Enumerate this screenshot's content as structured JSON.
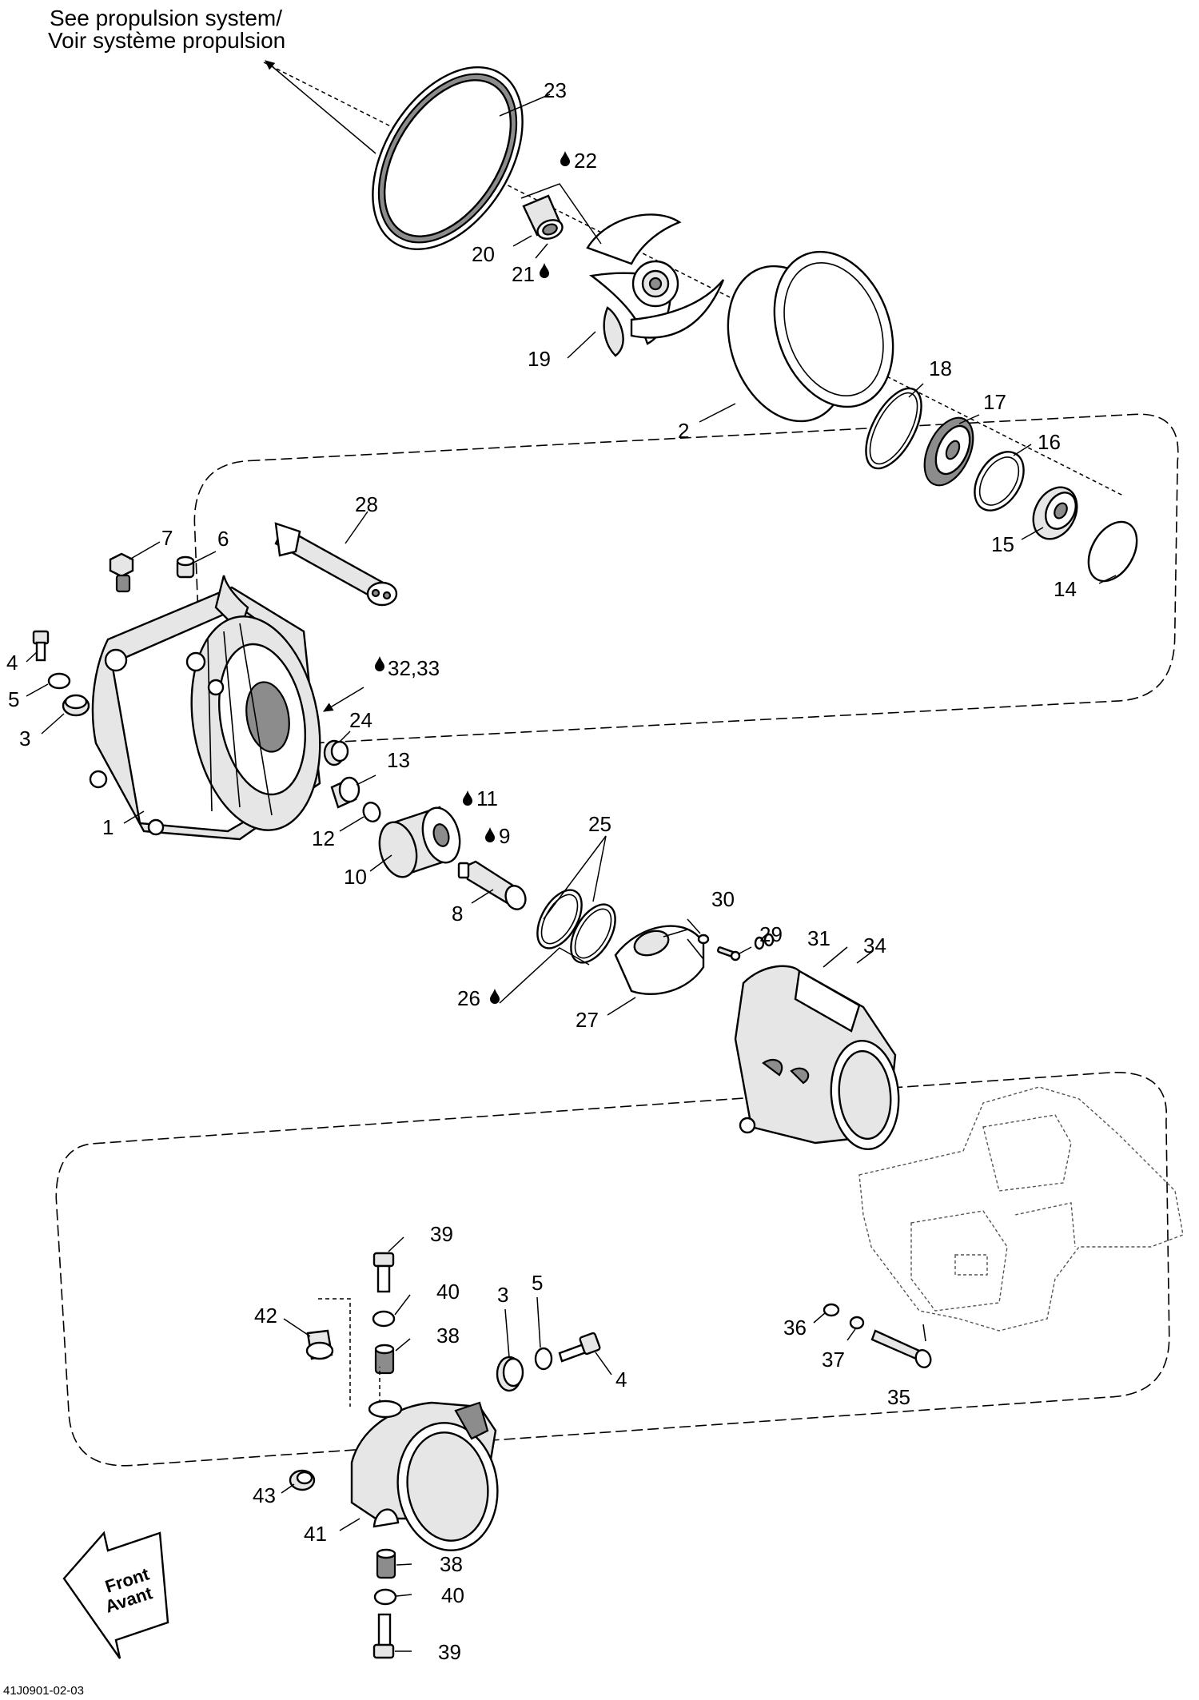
{
  "header": {
    "line1": "See propulsion system/",
    "line2": "Voir système propulsion"
  },
  "direction": {
    "line1": "Front",
    "line2": "Avant"
  },
  "drawing_code": "41J0901-02-03",
  "callouts": {
    "c1": "1",
    "c2": "2",
    "c3a": "3",
    "c3b": "3",
    "c4a": "4",
    "c4b": "4",
    "c5a": "5",
    "c5b": "5",
    "c6": "6",
    "c7": "7",
    "c8": "8",
    "c9": "9",
    "c10": "10",
    "c11": "11",
    "c12": "12",
    "c13": "13",
    "c14": "14",
    "c15": "15",
    "c16": "16",
    "c17": "17",
    "c18": "18",
    "c19": "19",
    "c20": "20",
    "c21": "21",
    "c22": "22",
    "c23": "23",
    "c24": "24",
    "c25": "25",
    "c26": "26",
    "c27": "27",
    "c28": "28",
    "c29": "29",
    "c30": "30",
    "c31": "31",
    "c3233": "32,33",
    "c34": "34",
    "c35": "35",
    "c36": "36",
    "c37": "37",
    "c38a": "38",
    "c38b": "38",
    "c39a": "39",
    "c39b": "39",
    "c40a": "40",
    "c40b": "40",
    "c41": "41",
    "c42": "42",
    "c43": "43"
  },
  "icons": {
    "lubricant": "oil-drop-icon",
    "direction": "front-arrow-icon"
  }
}
